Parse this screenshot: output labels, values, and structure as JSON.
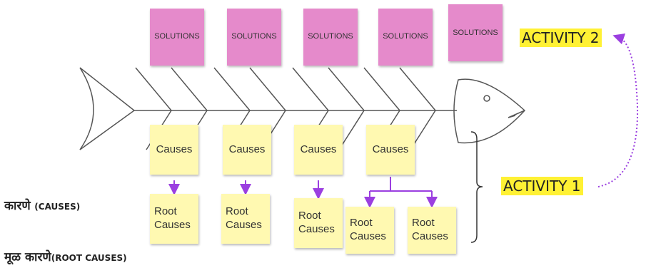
{
  "solutions": [
    "SOLUTIONS",
    "SOLUTIONS",
    "SOLUTIONS",
    "SOLUTIONS",
    "SOLUTIONS"
  ],
  "causes": [
    "Causes",
    "Causes",
    "Causes",
    "Causes"
  ],
  "root_causes": [
    "Root Causes",
    "Root Causes",
    "Root Causes",
    "Root Causes",
    "Root Causes"
  ],
  "activity1": "ACTIVITY 1",
  "activity2": "ACTIVITY 2",
  "label_causes": {
    "marathi": "कारणे",
    "english": "(CAUSES)"
  },
  "label_root_causes": {
    "marathi": "मूळ कारणे",
    "english": "(ROOT CAUSES)"
  },
  "colors": {
    "pink": "#e58acb",
    "yellow": "#fff9b1",
    "highlight": "#fff134",
    "arrow": "#9b3fe0",
    "lines": "#444444"
  }
}
